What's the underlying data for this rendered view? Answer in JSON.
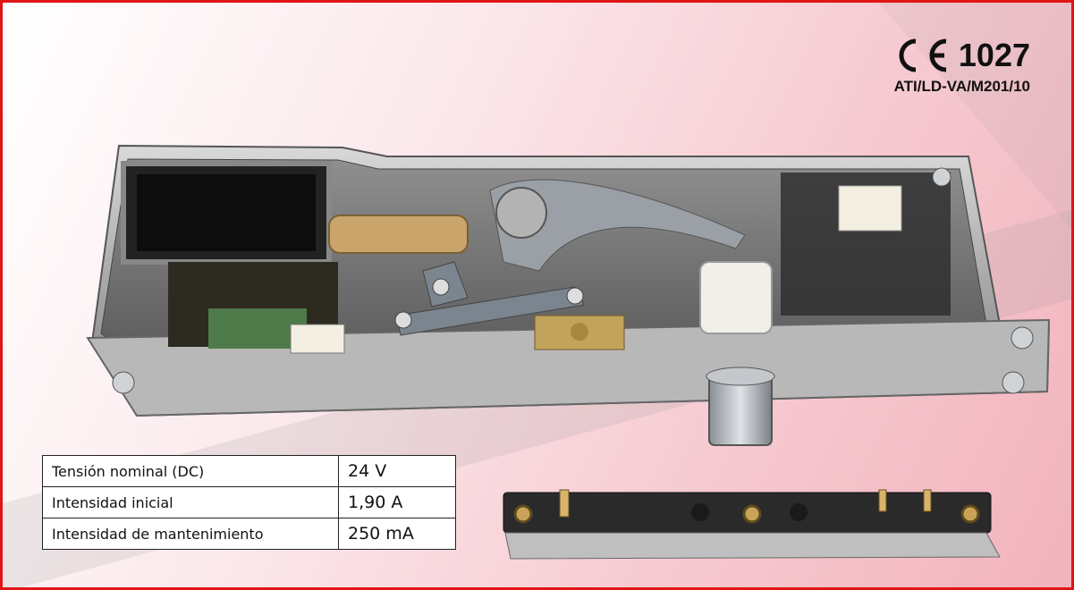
{
  "certification": {
    "ce_number": "1027",
    "code": "ATI/LD-VA/M201/10"
  },
  "specs": {
    "rows": [
      {
        "label": "Tensión nominal (DC)",
        "value": "24 V"
      },
      {
        "label": "Intensidad inicial",
        "value": "1,90 A"
      },
      {
        "label": "Intensidad de mantenimiento",
        "value": "250 mA"
      }
    ]
  },
  "colors": {
    "border": "#e01616",
    "watermark": "#9a9a9a"
  },
  "icons": [
    "ce-mark-icon",
    "security-lock-photo",
    "contact-strip-photo"
  ]
}
